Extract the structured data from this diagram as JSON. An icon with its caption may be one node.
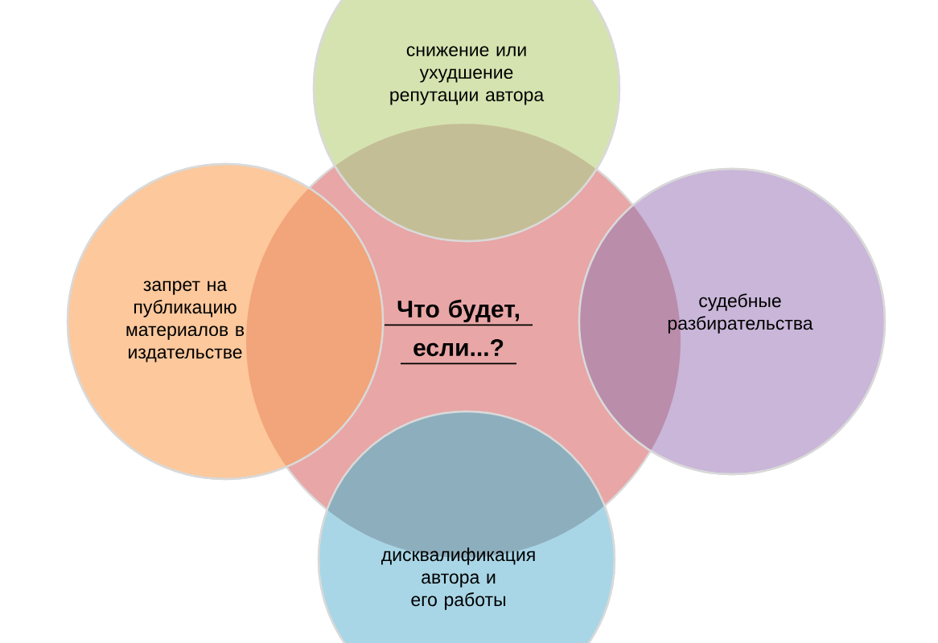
{
  "diagram": {
    "nodes": [
      {
        "text": [
          "снижение  или ухудшение репутации автора"
        ]
      },
      {
        "text": [
          "запрет на публикацию материалов в издательстве"
        ]
      },
      {
        "text": [
          "Что будет, если...?"
        ]
      },
      {
        "text": [
          "судебные разбирательства"
        ]
      },
      {
        "text": [
          "дисквалификация автора и его работы"
        ]
      }
    ]
  }
}
